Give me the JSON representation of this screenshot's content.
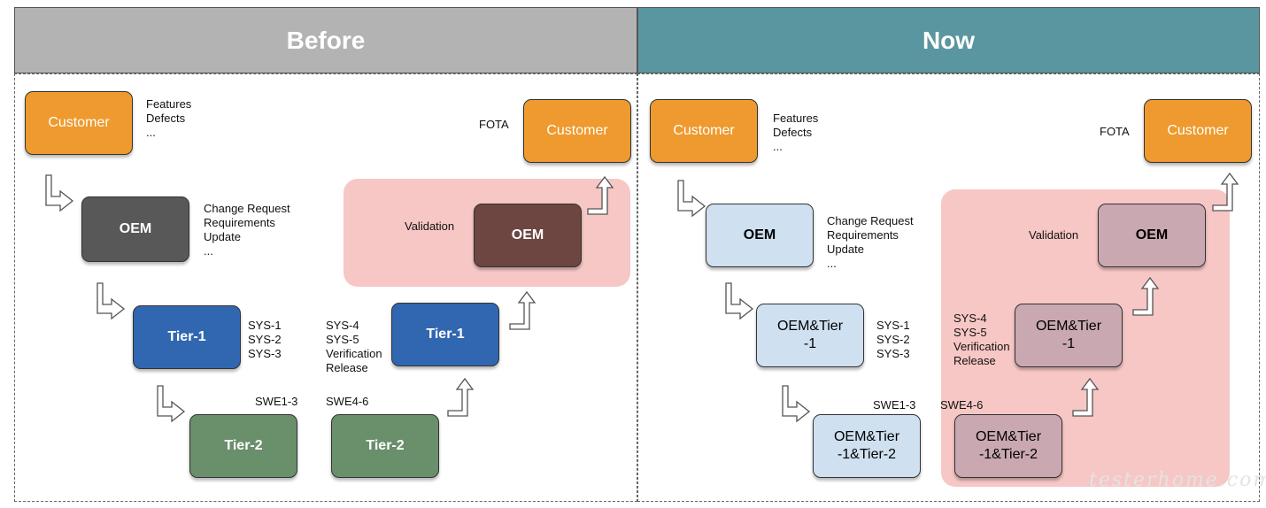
{
  "before": {
    "header": "Before",
    "customer_top": "Customer",
    "customer_top_notes": "Features\nDefects\n...",
    "customer_bottom": "Customer",
    "fota": "FOTA",
    "oem_left": "OEM",
    "oem_notes": "Change Request\nRequirements\nUpdate\n...",
    "oem_right": "OEM",
    "validation": "Validation",
    "tier1_left": "Tier-1",
    "tier1_left_notes": "SYS-1\nSYS-2\nSYS-3",
    "tier1_right": "Tier-1",
    "tier1_right_notes": "SYS-4\nSYS-5\nVerification\nRelease",
    "tier2_left": "Tier-2",
    "tier2_left_notes": "SWE1-3",
    "tier2_right": "Tier-2",
    "tier2_right_notes": "SWE4-6"
  },
  "now": {
    "header": "Now",
    "customer_top": "Customer",
    "customer_top_notes": "Features\nDefects\n...",
    "customer_bottom": "Customer",
    "fota": "FOTA",
    "oem_left": "OEM",
    "oem_notes": "Change Request\nRequirements\nUpdate\n...",
    "oem_right": "OEM",
    "validation": "Validation",
    "tier1_left": "OEM&Tier\n-1",
    "tier1_left_notes": "SYS-1\nSYS-2\nSYS-3",
    "tier1_right": "OEM&Tier\n-1",
    "tier1_right_notes": "SYS-4\nSYS-5\nVerification\nRelease",
    "tier2_left": "OEM&Tier\n-1&Tier-2",
    "tier2_left_notes": "SWE1-3",
    "tier2_right": "OEM&Tier\n-1&Tier-2",
    "tier2_right_notes": "SWE4-6"
  },
  "watermark": "testerhome.com",
  "colors": {
    "before_header": "#b3b3b3",
    "now_header": "#5a96a0",
    "customer": "#ee9a2e",
    "oem_dark": "#585858",
    "oem_validation": "#6d4541",
    "tier1": "#3166b0",
    "tier2": "#6a8f6b",
    "light_blue": "#cfe0f0",
    "mauve": "#c9a8b1",
    "highlight": "#f6c4c2"
  }
}
